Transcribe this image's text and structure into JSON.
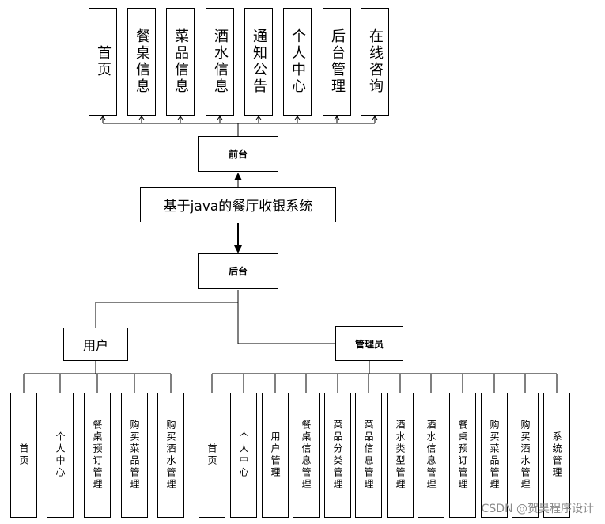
{
  "frontend": {
    "label": "前台",
    "modules": [
      "首页",
      "餐桌信息",
      "菜品信息",
      "酒水信息",
      "通知公告",
      "个人中心",
      "后台管理",
      "在线咨询"
    ]
  },
  "system": {
    "label": "基于java的餐厅收银系统"
  },
  "backend": {
    "label": "后台"
  },
  "user": {
    "label": "用户",
    "modules": [
      "首页",
      "个人中心",
      "餐桌预订管理",
      "购买菜品管理",
      "购买酒水管理"
    ]
  },
  "admin": {
    "label": "管理员",
    "modules": [
      "首页",
      "个人中心",
      "用户管理",
      "餐桌信息管理",
      "菜品分类管理",
      "菜品信息管理",
      "酒水类型管理",
      "酒水信息管理",
      "餐桌预订管理",
      "购买菜品管理",
      "购买酒水管理",
      "系统管理"
    ]
  },
  "watermark": "CSDN @贺昊程序设计"
}
